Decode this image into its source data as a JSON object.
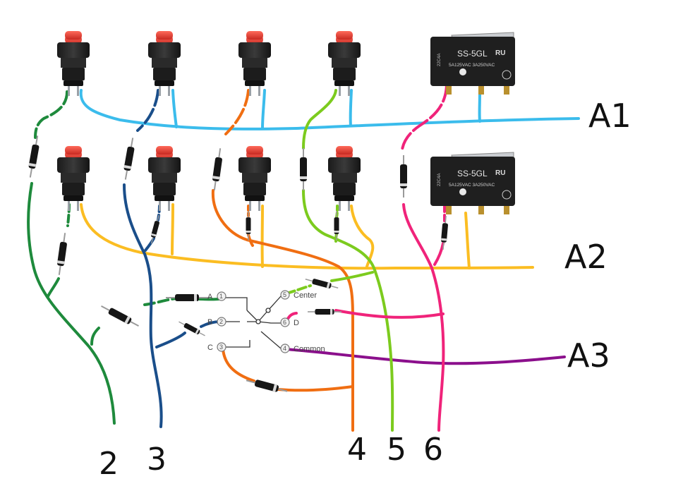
{
  "rows": {
    "row_labels": [
      "A1",
      "A2",
      "A3"
    ]
  },
  "columns": {
    "col_labels": [
      "2",
      "3",
      "4",
      "5",
      "6"
    ]
  },
  "microswitch": {
    "model": "SS-5GL",
    "rating": "5A125VAC 3A250VAC",
    "side_code": "22C4A"
  },
  "rotary": {
    "terminals": [
      "A",
      "B",
      "C",
      "D"
    ],
    "numbers": [
      "1",
      "2",
      "3",
      "5",
      "6",
      "4"
    ],
    "center_label": "Center",
    "common_label": "Common"
  },
  "colors": {
    "a1": "#3bbcec",
    "a2": "#fbbd22",
    "a3": "#8b0f8c",
    "col2": "#1e8a3c",
    "col3": "#1a4e8a",
    "col4": "#f06e12",
    "col5": "#7ccb1e",
    "col6": "#f0237a",
    "button_cap": "#e8423a"
  }
}
